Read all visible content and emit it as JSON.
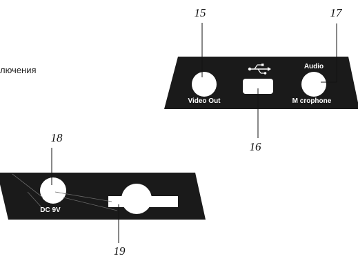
{
  "text_fragment": "лючения",
  "callouts": {
    "c15": "15",
    "c16": "16",
    "c17": "17",
    "c18": "18",
    "c19": "19"
  },
  "top_panel": {
    "video_out_label": "Video Out",
    "audio_label": "Audio",
    "microphone_label": "M crophone",
    "usb_symbol_icon": "usb-icon"
  },
  "bottom_panel": {
    "dc_label": "DC 9V"
  },
  "colors": {
    "panel": "#1a1a1a",
    "port_fill": "#ffffff",
    "leader": "#111111"
  }
}
